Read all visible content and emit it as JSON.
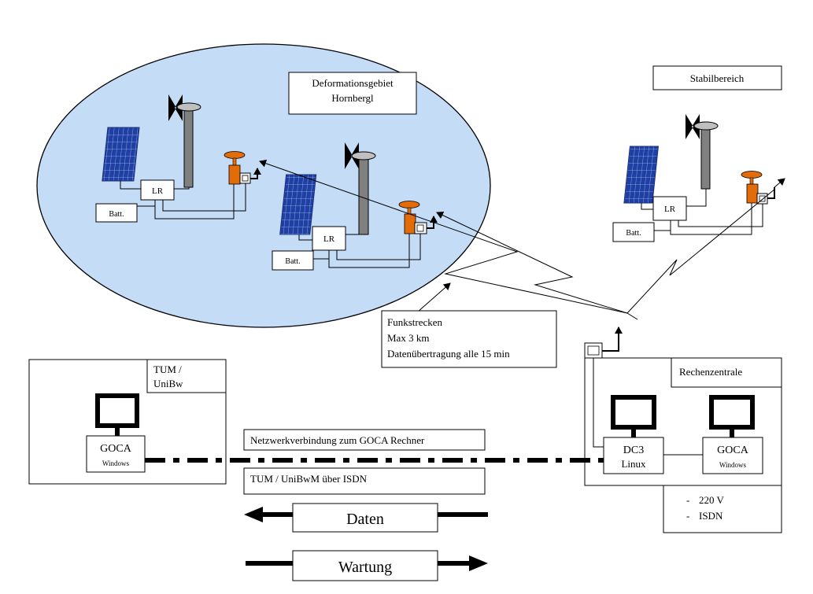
{
  "deformation_area": {
    "line1": "Deformationsgebiet",
    "line2": "Hornbergl"
  },
  "stable_area": {
    "label": "Stabilbereich"
  },
  "station": {
    "logger": "LR",
    "battery": "Batt."
  },
  "radio_note": {
    "line1": "Funkstrecken",
    "line2": "Max 3 km",
    "line3": "Datenübertragung alle 15 min"
  },
  "tum": {
    "line1": "TUM /",
    "line2": "UniBw"
  },
  "computer_center": {
    "label": "Rechenzentrale",
    "power": "220 V",
    "isdn": "ISDN"
  },
  "computers": {
    "goca_left": {
      "name": "GOCA",
      "os": "Windows"
    },
    "dc3": {
      "name": "DC3",
      "os": "Linux"
    },
    "goca_right": {
      "name": "GOCA",
      "os": "Windows"
    }
  },
  "network": {
    "line1": "Netzwerkverbindung zum GOCA Rechner",
    "line2": "TUM / UniBwM über ISDN"
  },
  "flows": {
    "data": "Daten",
    "maintenance": "Wartung"
  },
  "colors": {
    "deformation_fill": "#c5dcf7",
    "solar_panel": "#1f3fa3",
    "gnss_antenna": "#e36c0a",
    "mast": "#808080"
  }
}
